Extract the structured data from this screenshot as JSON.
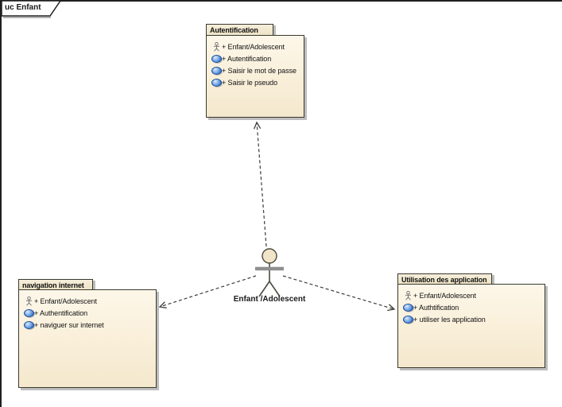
{
  "frame": {
    "label": "uc Enfant",
    "type": "use-case-diagram-frame"
  },
  "actor": {
    "label": "Enfant /Adolescent"
  },
  "packages": [
    {
      "name": "Autentification",
      "items": [
        {
          "icon": "actor-icon",
          "label": "+ Enfant/Adolescent"
        },
        {
          "icon": "usecase-icon",
          "label": "+ Autentification"
        },
        {
          "icon": "usecase-icon",
          "label": "+ Saisir le mot de passe"
        },
        {
          "icon": "usecase-icon",
          "label": "+ Saisir le pseudo"
        }
      ]
    },
    {
      "name": "navigation internet",
      "items": [
        {
          "icon": "actor-icon",
          "label": "+ Enfant/Adolescent"
        },
        {
          "icon": "usecase-icon",
          "label": "+ Authentification"
        },
        {
          "icon": "usecase-icon",
          "label": "+ naviguer sur internet"
        }
      ]
    },
    {
      "name": "Utilisation des application",
      "items": [
        {
          "icon": "actor-icon",
          "label": "+ Enfant/Adolescent"
        },
        {
          "icon": "usecase-icon",
          "label": "+ Authtification"
        },
        {
          "icon": "usecase-icon",
          "label": "+ utiliser les application"
        }
      ]
    }
  ],
  "connectors": [
    {
      "from": "Enfant /Adolescent",
      "to": "Autentification",
      "style": "dashed-open-arrow"
    },
    {
      "from": "Enfant /Adolescent",
      "to": "navigation internet",
      "style": "dashed-open-arrow"
    },
    {
      "from": "Enfant /Adolescent",
      "to": "Utilisation des application",
      "style": "dashed-open-arrow"
    }
  ],
  "colors": {
    "package_fill": "#F9EFD9",
    "package_tab_fill": "#F2E9D3",
    "package_border": "#3A382E",
    "shadow": "#BDBDBD",
    "usecase_blue": "#3D79D0",
    "connector": "#3C3C38",
    "actor_head_fill": "#F2E4C8"
  }
}
